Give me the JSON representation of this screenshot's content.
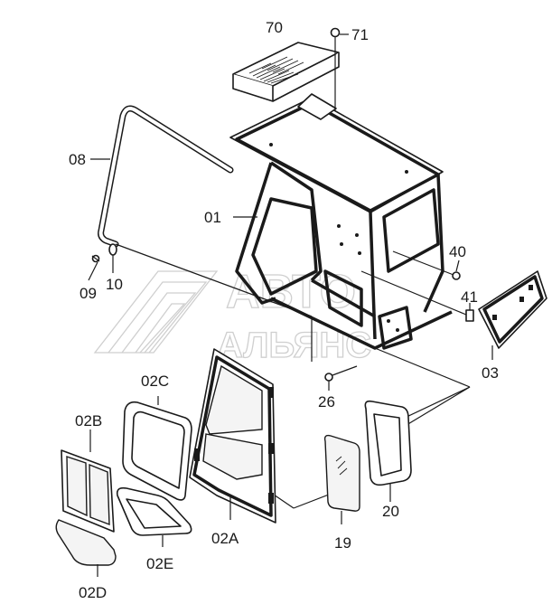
{
  "watermark": {
    "line1": "АВТО",
    "line2": "АЛЬЯНС"
  },
  "labels": {
    "p70": "70",
    "p71": "71",
    "p08": "08",
    "p01": "01",
    "p40": "40",
    "p41": "41",
    "p03": "03",
    "p09": "09",
    "p10": "10",
    "p26": "26",
    "p02C": "02C",
    "p02B": "02B",
    "p02A": "02A",
    "p02E": "02E",
    "p02D": "02D",
    "p19": "19",
    "p20": "20"
  }
}
